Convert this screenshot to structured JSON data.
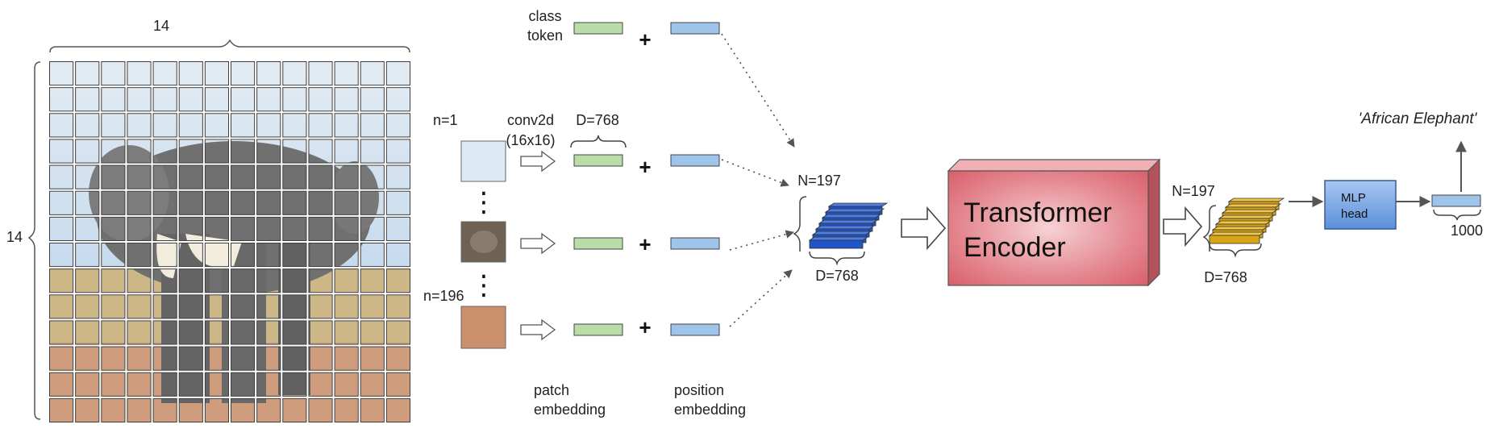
{
  "grid": {
    "top_label": "14",
    "side_label": "14",
    "rows": 14,
    "cols": 14
  },
  "patches": {
    "first_label": "n=1",
    "last_label": "n=196",
    "conv_label_line1": "conv2d",
    "conv_label_line2": "(16x16)",
    "dim_label": "D=768",
    "class_token_line1": "class",
    "class_token_line2": "token",
    "patch_embedding_line1": "patch",
    "patch_embedding_line2": "embedding",
    "position_embedding_line1": "position",
    "position_embedding_line2": "embedding",
    "plus": "+"
  },
  "stack_in": {
    "n_label": "N=197",
    "d_label": "D=768"
  },
  "encoder": {
    "line1": "Transformer",
    "line2": "Encoder"
  },
  "stack_out": {
    "n_label": "N=197",
    "d_label": "D=768"
  },
  "head": {
    "line1": "MLP",
    "line2": "head",
    "output_dim": "1000",
    "prediction": "'African Elephant'"
  },
  "colors": {
    "patch_embed": "#b9dca8",
    "pos_embed": "#9ec4ea",
    "stack_in": "#1f55c8",
    "stack_out": "#d9a515",
    "encoder": "#e0707a",
    "mlp": "#5b8fdb"
  }
}
